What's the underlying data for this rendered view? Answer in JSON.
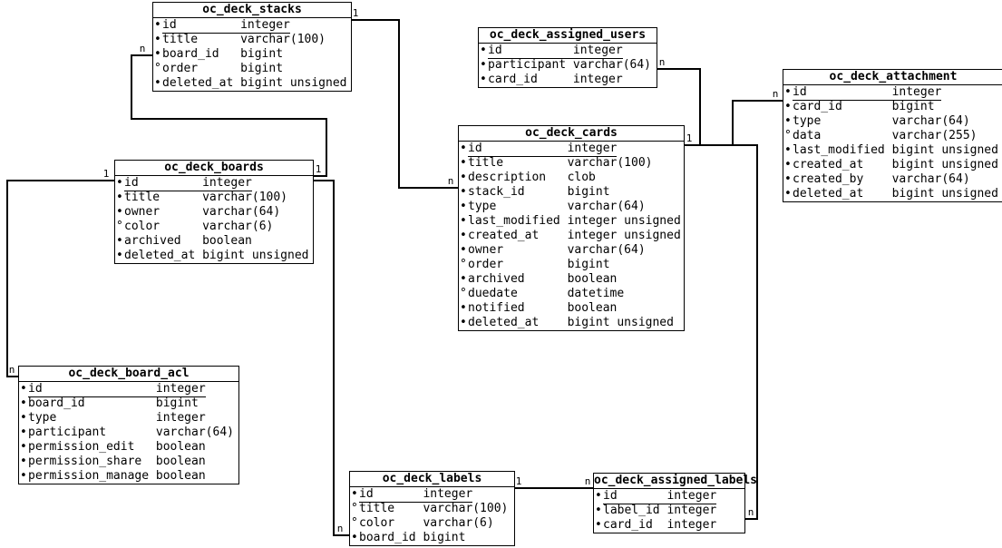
{
  "diagram": {
    "bullets": {
      "required": "•",
      "nullable": "°"
    },
    "colors": {
      "line": "#000000",
      "background": "#ffffff",
      "text": "#000000"
    },
    "entities": [
      {
        "name": "oc_deck_stacks",
        "columns": [
          {
            "name": "id",
            "type": "integer",
            "nullable": false,
            "pk": true
          },
          {
            "name": "title",
            "type": "varchar(100)",
            "nullable": false
          },
          {
            "name": "board_id",
            "type": "bigint",
            "nullable": false
          },
          {
            "name": "order",
            "type": "bigint",
            "nullable": true
          },
          {
            "name": "deleted_at",
            "type": "bigint unsigned",
            "nullable": false
          }
        ]
      },
      {
        "name": "oc_deck_assigned_users",
        "columns": [
          {
            "name": "id",
            "type": "integer",
            "nullable": false,
            "pk": true
          },
          {
            "name": "participant",
            "type": "varchar(64)",
            "nullable": false
          },
          {
            "name": "card_id",
            "type": "integer",
            "nullable": false
          }
        ]
      },
      {
        "name": "oc_deck_attachment",
        "columns": [
          {
            "name": "id",
            "type": "integer",
            "nullable": false,
            "pk": true
          },
          {
            "name": "card_id",
            "type": "bigint",
            "nullable": false
          },
          {
            "name": "type",
            "type": "varchar(64)",
            "nullable": false
          },
          {
            "name": "data",
            "type": "varchar(255)",
            "nullable": true
          },
          {
            "name": "last_modified",
            "type": "bigint unsigned",
            "nullable": false
          },
          {
            "name": "created_at",
            "type": "bigint unsigned",
            "nullable": false
          },
          {
            "name": "created_by",
            "type": "varchar(64)",
            "nullable": false
          },
          {
            "name": "deleted_at",
            "type": "bigint unsigned",
            "nullable": false
          }
        ]
      },
      {
        "name": "oc_deck_boards",
        "columns": [
          {
            "name": "id",
            "type": "integer",
            "nullable": false,
            "pk": true
          },
          {
            "name": "title",
            "type": "varchar(100)",
            "nullable": false
          },
          {
            "name": "owner",
            "type": "varchar(64)",
            "nullable": false
          },
          {
            "name": "color",
            "type": "varchar(6)",
            "nullable": true
          },
          {
            "name": "archived",
            "type": "boolean",
            "nullable": false
          },
          {
            "name": "deleted_at",
            "type": "bigint unsigned",
            "nullable": false
          }
        ]
      },
      {
        "name": "oc_deck_cards",
        "columns": [
          {
            "name": "id",
            "type": "integer",
            "nullable": false,
            "pk": true
          },
          {
            "name": "title",
            "type": "varchar(100)",
            "nullable": false
          },
          {
            "name": "description",
            "type": "clob",
            "nullable": false
          },
          {
            "name": "stack_id",
            "type": "bigint",
            "nullable": false
          },
          {
            "name": "type",
            "type": "varchar(64)",
            "nullable": false
          },
          {
            "name": "last_modified",
            "type": "integer unsigned",
            "nullable": false
          },
          {
            "name": "created_at",
            "type": "integer unsigned",
            "nullable": false
          },
          {
            "name": "owner",
            "type": "varchar(64)",
            "nullable": false
          },
          {
            "name": "order",
            "type": "bigint",
            "nullable": true
          },
          {
            "name": "archived",
            "type": "boolean",
            "nullable": false
          },
          {
            "name": "duedate",
            "type": "datetime",
            "nullable": true
          },
          {
            "name": "notified",
            "type": "boolean",
            "nullable": false
          },
          {
            "name": "deleted_at",
            "type": "bigint unsigned",
            "nullable": false
          }
        ]
      },
      {
        "name": "oc_deck_board_acl",
        "columns": [
          {
            "name": "id",
            "type": "integer",
            "nullable": false,
            "pk": true
          },
          {
            "name": "board_id",
            "type": "bigint",
            "nullable": false
          },
          {
            "name": "type",
            "type": "integer",
            "nullable": false
          },
          {
            "name": "participant",
            "type": "varchar(64)",
            "nullable": false
          },
          {
            "name": "permission_edit",
            "type": "boolean",
            "nullable": false
          },
          {
            "name": "permission_share",
            "type": "boolean",
            "nullable": false
          },
          {
            "name": "permission_manage",
            "type": "boolean",
            "nullable": false
          }
        ]
      },
      {
        "name": "oc_deck_labels",
        "columns": [
          {
            "name": "id",
            "type": "integer",
            "nullable": false,
            "pk": true
          },
          {
            "name": "title",
            "type": "varchar(100)",
            "nullable": true
          },
          {
            "name": "color",
            "type": "varchar(6)",
            "nullable": true
          },
          {
            "name": "board_id",
            "type": "bigint",
            "nullable": false
          }
        ]
      },
      {
        "name": "oc_deck_assigned_labels",
        "columns": [
          {
            "name": "id",
            "type": "integer",
            "nullable": false,
            "pk": true
          },
          {
            "name": "label_id",
            "type": "integer",
            "nullable": false
          },
          {
            "name": "card_id",
            "type": "integer",
            "nullable": false
          }
        ]
      }
    ],
    "relationships": [
      {
        "from": "oc_deck_stacks",
        "to": "oc_deck_cards",
        "from_card": "1",
        "to_card": "n"
      },
      {
        "from": "oc_deck_boards",
        "to": "oc_deck_stacks",
        "from_card": "1",
        "to_card": "n"
      },
      {
        "from": "oc_deck_boards",
        "to": "oc_deck_board_acl",
        "from_card": "1",
        "to_card": "n"
      },
      {
        "from": "oc_deck_boards",
        "to": "oc_deck_labels",
        "from_card": "1",
        "to_card": "n"
      },
      {
        "from": "oc_deck_cards",
        "to": "oc_deck_assigned_users",
        "from_card": "1",
        "to_card": "n"
      },
      {
        "from": "oc_deck_cards",
        "to": "oc_deck_attachment",
        "from_card": "1",
        "to_card": "n"
      },
      {
        "from": "oc_deck_cards",
        "to": "oc_deck_assigned_labels",
        "from_card": "1",
        "to_card": "n"
      },
      {
        "from": "oc_deck_labels",
        "to": "oc_deck_assigned_labels",
        "from_card": "1",
        "to_card": "n"
      }
    ]
  }
}
